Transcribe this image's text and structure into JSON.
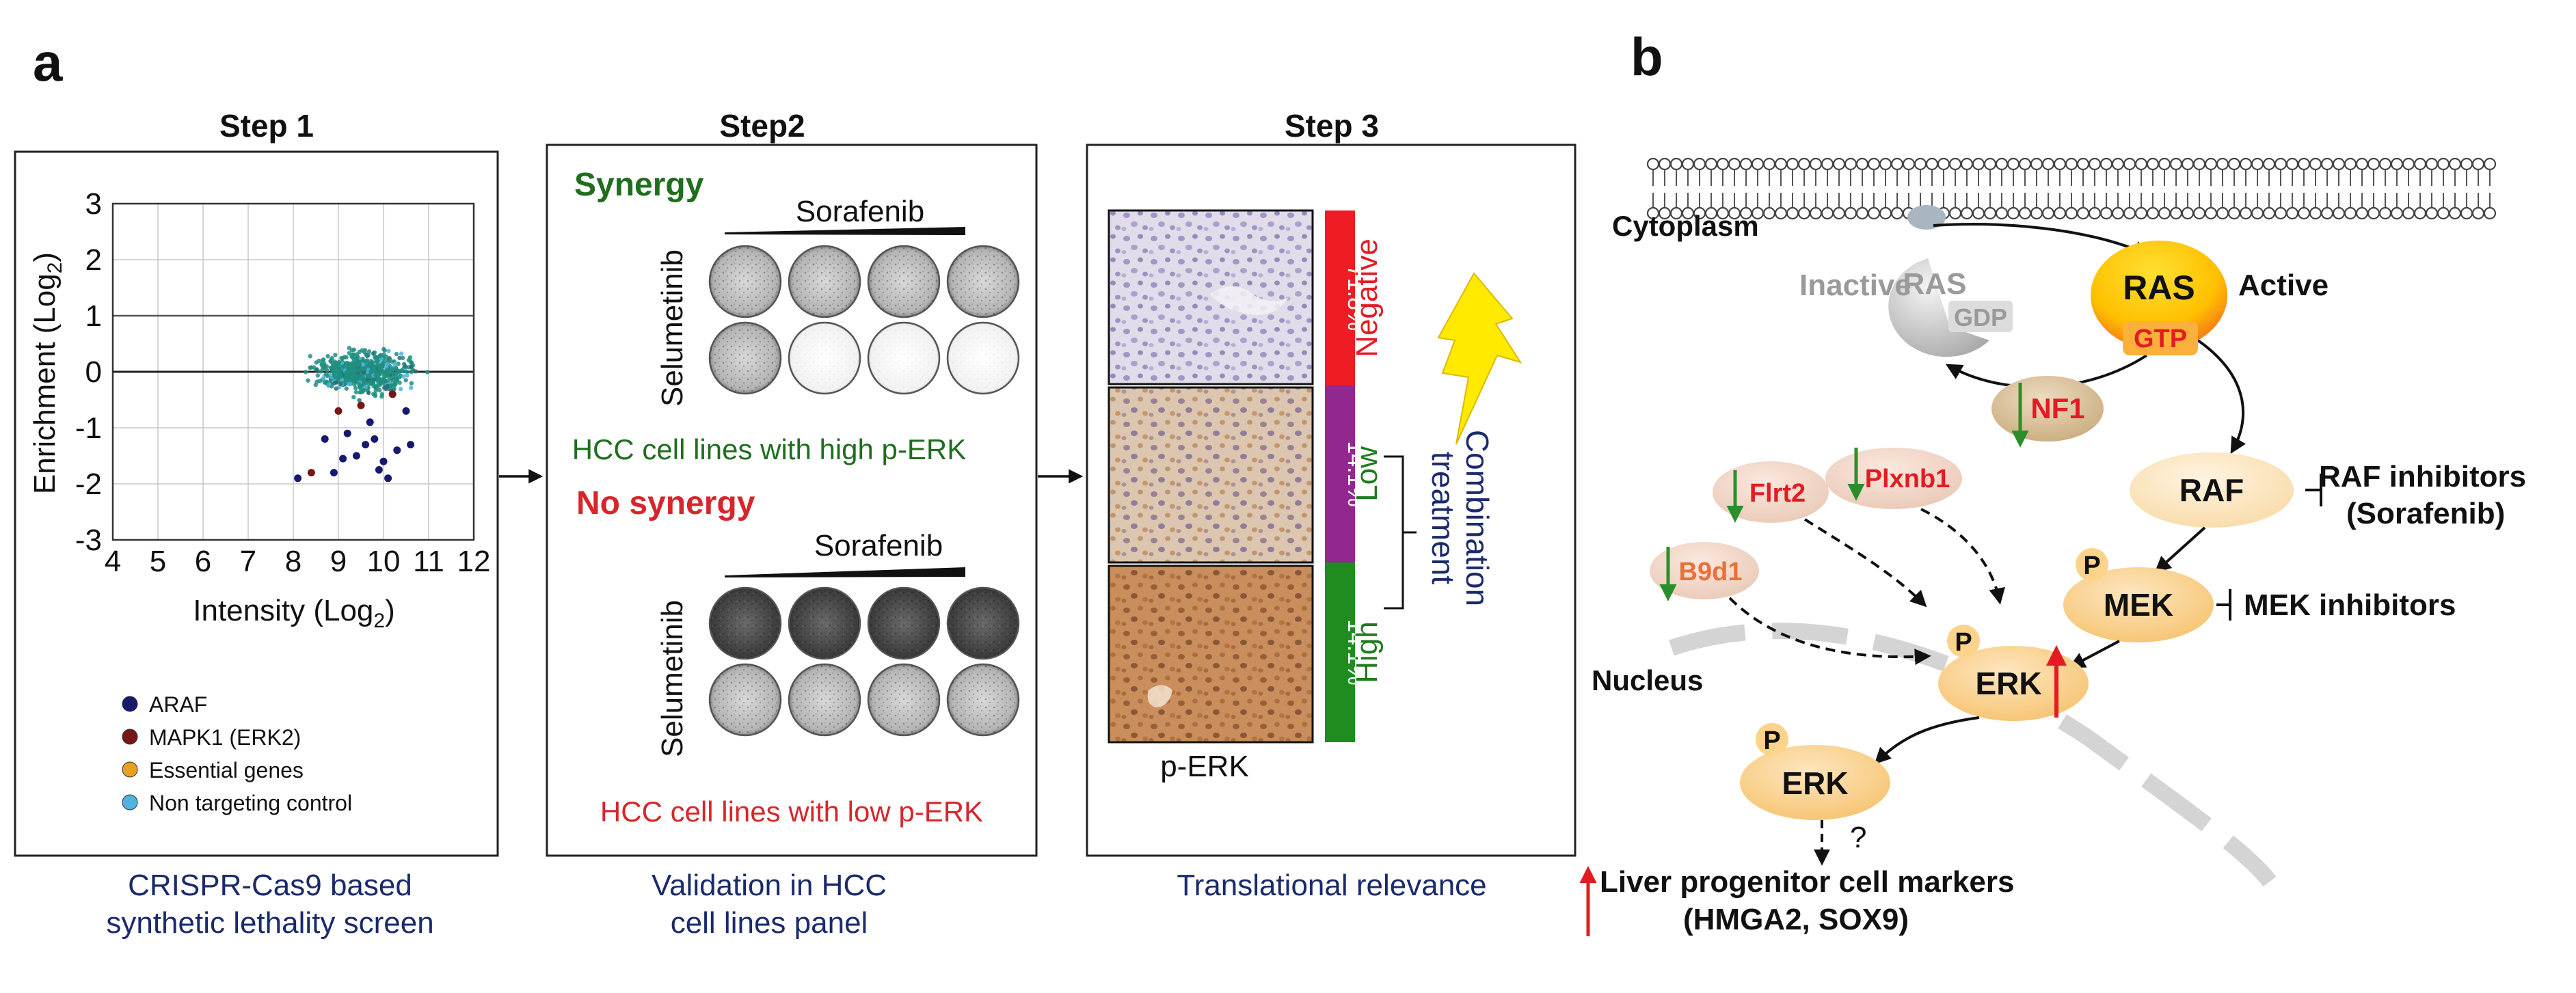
{
  "panel_a": {
    "letter": "a",
    "step1": {
      "title": "Step 1",
      "caption_line1": "CRISPR-Cas9 based",
      "caption_line2": "synthetic lethality screen",
      "chart_data": {
        "type": "scatter",
        "xlabel": "Intensity (Log",
        "xlabel_sub": "2",
        "ylabel": "Enrichment (Log",
        "ylabel_sub": "2",
        "xlim": [
          4,
          12
        ],
        "ylim": [
          -3,
          3
        ],
        "xticks": [
          "4",
          "5",
          "6",
          "7",
          "8",
          "9",
          "10",
          "11",
          "12"
        ],
        "yticks": [
          "3",
          "2",
          "1",
          "0",
          "-1",
          "-2",
          "-3"
        ],
        "grid": true,
        "legend_position": "bottom",
        "series": [
          {
            "name": "ARAF",
            "color": "#16196e",
            "points": [
              [
                8.1,
                -1.9
              ],
              [
                8.9,
                -1.8
              ],
              [
                9.2,
                -1.1
              ],
              [
                9.6,
                -1.3
              ],
              [
                9.4,
                -1.5
              ],
              [
                10.0,
                -1.6
              ],
              [
                10.3,
                -1.4
              ],
              [
                9.8,
                -1.2
              ],
              [
                10.1,
                -1.9
              ],
              [
                10.6,
                -1.3
              ],
              [
                9.1,
                -1.55
              ],
              [
                9.7,
                -0.9
              ],
              [
                10.5,
                -0.7
              ],
              [
                8.7,
                -1.2
              ],
              [
                9.9,
                -1.75
              ]
            ]
          },
          {
            "name": "MAPK1 (ERK2)",
            "color": "#7a1515",
            "points": [
              [
                8.4,
                -1.8
              ],
              [
                9.5,
                -0.6
              ],
              [
                10.2,
                -0.4
              ],
              [
                9.0,
                -0.7
              ]
            ]
          },
          {
            "name": "Essential genes",
            "color": "#e8a020",
            "points": []
          },
          {
            "name": "Non targeting control",
            "color": "#4fb3e0",
            "points": []
          }
        ]
      }
    },
    "step2": {
      "title": "Step2",
      "synergy_label": "Synergy",
      "no_synergy_label": "No synergy",
      "drug_label": "Sorafenib",
      "side_label": "Selumetinib",
      "high_caption": "HCC cell lines with high p-ERK",
      "low_caption": "HCC cell lines with low p-ERK",
      "caption_line1": "Validation in HCC",
      "caption_line2": "cell lines panel"
    },
    "step3": {
      "title": "Step 3",
      "bars": [
        {
          "pct": "71.8%",
          "label": "Negative",
          "color": "#ee1c24",
          "label_color": "#e31b23"
        },
        {
          "pct": "14.1%",
          "label": "Low",
          "color": "#92278f",
          "label_color": "#1e7b1e"
        },
        {
          "pct": "14.1%",
          "label": "High",
          "color": "#1e8c1e",
          "label_color": "#1e7b1e"
        }
      ],
      "combo_line1": "Combination",
      "combo_line2": "treatment",
      "stain_label": "p-ERK",
      "caption": "Translational relevance"
    }
  },
  "panel_b": {
    "letter": "b",
    "cytoplasm": "Cytoplasm",
    "nucleus": "Nucleus",
    "inactive": "Inactive",
    "active": "Active",
    "ras": "RAS",
    "gdp": "GDP",
    "gtp": "GTP",
    "nf1": "NF1",
    "raf": "RAF",
    "mek": "MEK",
    "erk": "ERK",
    "p": "P",
    "flrt2": "Flrt2",
    "plxnb1": "Plxnb1",
    "b9d1": "B9d1",
    "raf_inhib_line1": "RAF inhibitors",
    "raf_inhib_line2": "(Sorafenib)",
    "mek_inhib": "MEK inhibitors",
    "question": "?",
    "liver_line1": "Liver progenitor cell markers",
    "liver_line2": "(HMGA2, SOX9)"
  }
}
